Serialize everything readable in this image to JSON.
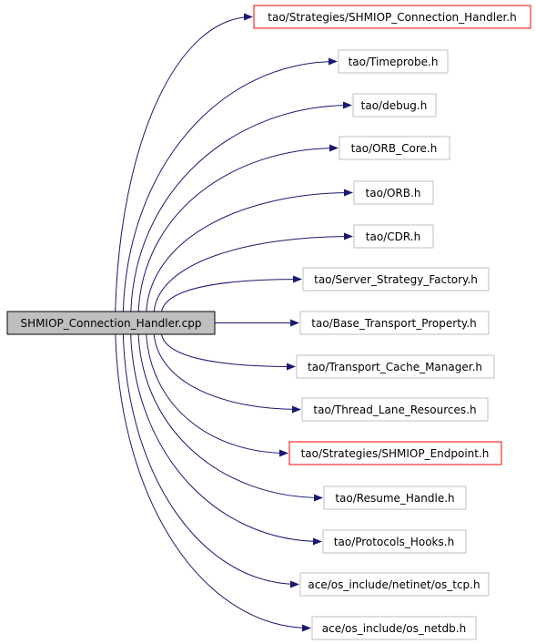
{
  "colors": {
    "edge": "#191970",
    "node_border_default": "#bfbfbf",
    "node_border_highlight": "#ff0000",
    "root_fill": "#bfbfbf",
    "root_border": "#000000",
    "node_fill": "#ffffff"
  },
  "root": {
    "label": "SHMIOP_Connection_Handler.cpp"
  },
  "includes": [
    {
      "label": "tao/Strategies/SHMIOP_Connection_Handler.h",
      "highlight": true
    },
    {
      "label": "tao/Timeprobe.h",
      "highlight": false
    },
    {
      "label": "tao/debug.h",
      "highlight": false
    },
    {
      "label": "tao/ORB_Core.h",
      "highlight": false
    },
    {
      "label": "tao/ORB.h",
      "highlight": false
    },
    {
      "label": "tao/CDR.h",
      "highlight": false
    },
    {
      "label": "tao/Server_Strategy_Factory.h",
      "highlight": false
    },
    {
      "label": "tao/Base_Transport_Property.h",
      "highlight": false
    },
    {
      "label": "tao/Transport_Cache_Manager.h",
      "highlight": false
    },
    {
      "label": "tao/Thread_Lane_Resources.h",
      "highlight": false
    },
    {
      "label": "tao/Strategies/SHMIOP_Endpoint.h",
      "highlight": true
    },
    {
      "label": "tao/Resume_Handle.h",
      "highlight": false
    },
    {
      "label": "tao/Protocols_Hooks.h",
      "highlight": false
    },
    {
      "label": "ace/os_include/netinet/os_tcp.h",
      "highlight": false
    },
    {
      "label": "ace/os_include/os_netdb.h",
      "highlight": false
    }
  ]
}
